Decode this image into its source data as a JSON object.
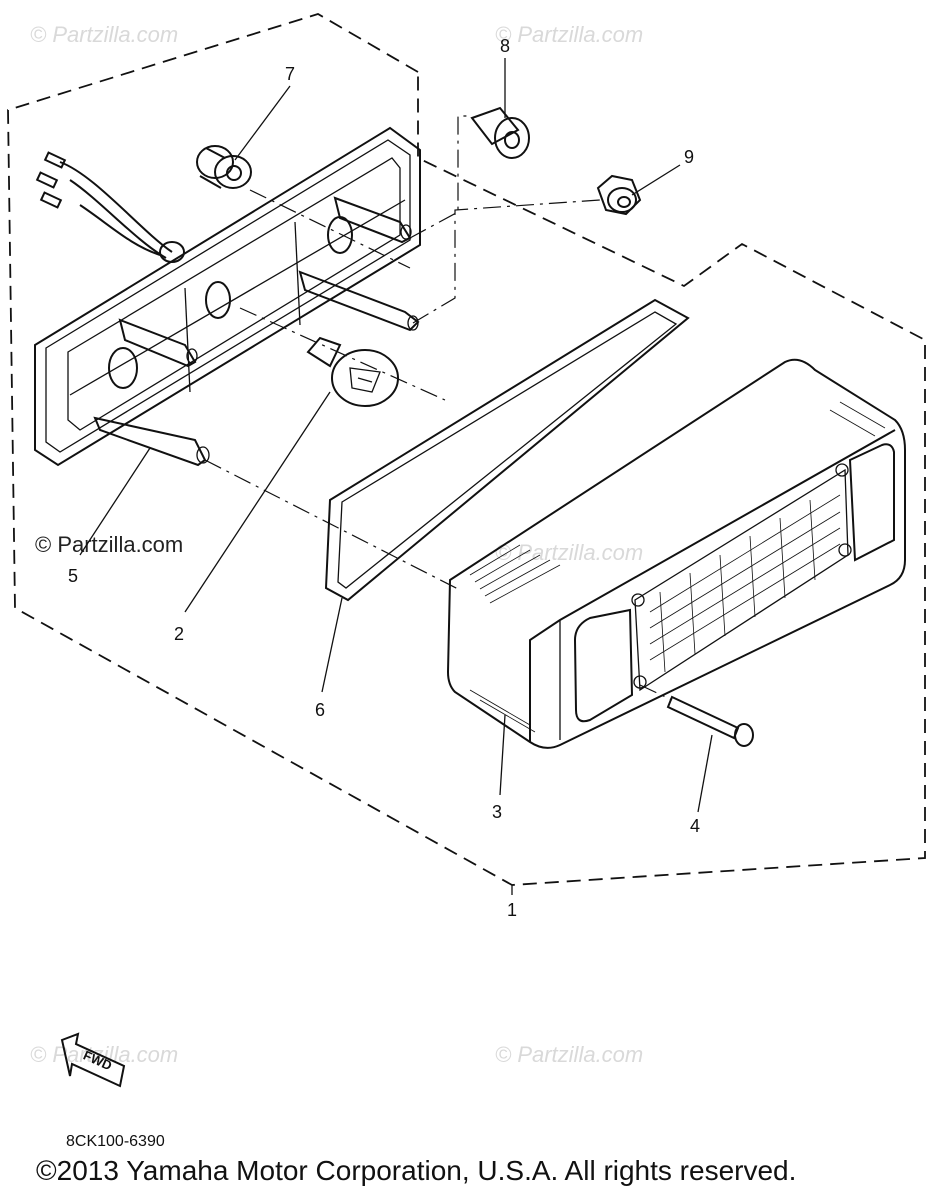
{
  "watermark": "© Partzilla.com",
  "callouts": {
    "c1": "1",
    "c2": "2",
    "c3": "3",
    "c4": "4",
    "c5": "5",
    "c6": "6",
    "c7": "7",
    "c8": "8",
    "c9": "9"
  },
  "fwd_label": "FWD",
  "part_code": "8CK100-6390",
  "copyright": "©2013 Yamaha Motor Corporation, U.S.A. All rights reserved."
}
